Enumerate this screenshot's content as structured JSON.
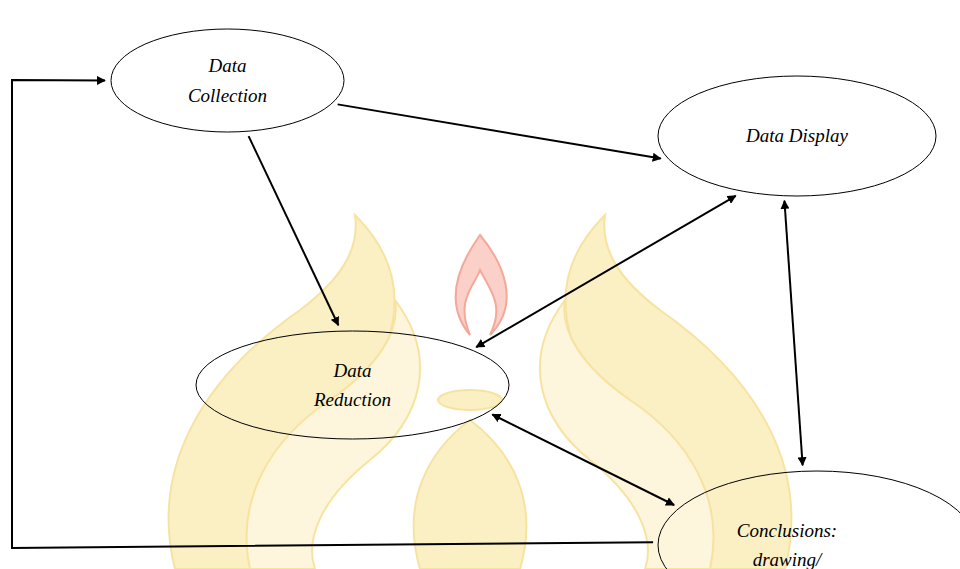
{
  "diagram": {
    "nodes": [
      {
        "text": [
          "Data Collection"
        ]
      },
      {
        "text": [
          "Data Display"
        ]
      },
      {
        "text": [
          "Data Reduction"
        ]
      },
      {
        "text": [
          "Conclusions: drawing/"
        ]
      }
    ],
    "edges": [
      {
        "from": 0,
        "to": 1,
        "arrow": "to"
      },
      {
        "from": 0,
        "to": 2,
        "arrow": "to"
      },
      {
        "from": 2,
        "to": 1,
        "arrow": "both"
      },
      {
        "from": 1,
        "to": 3,
        "arrow": "both"
      },
      {
        "from": 2,
        "to": 3,
        "arrow": "both"
      },
      {
        "from": 3,
        "to": 0,
        "arrow": "to"
      }
    ]
  }
}
